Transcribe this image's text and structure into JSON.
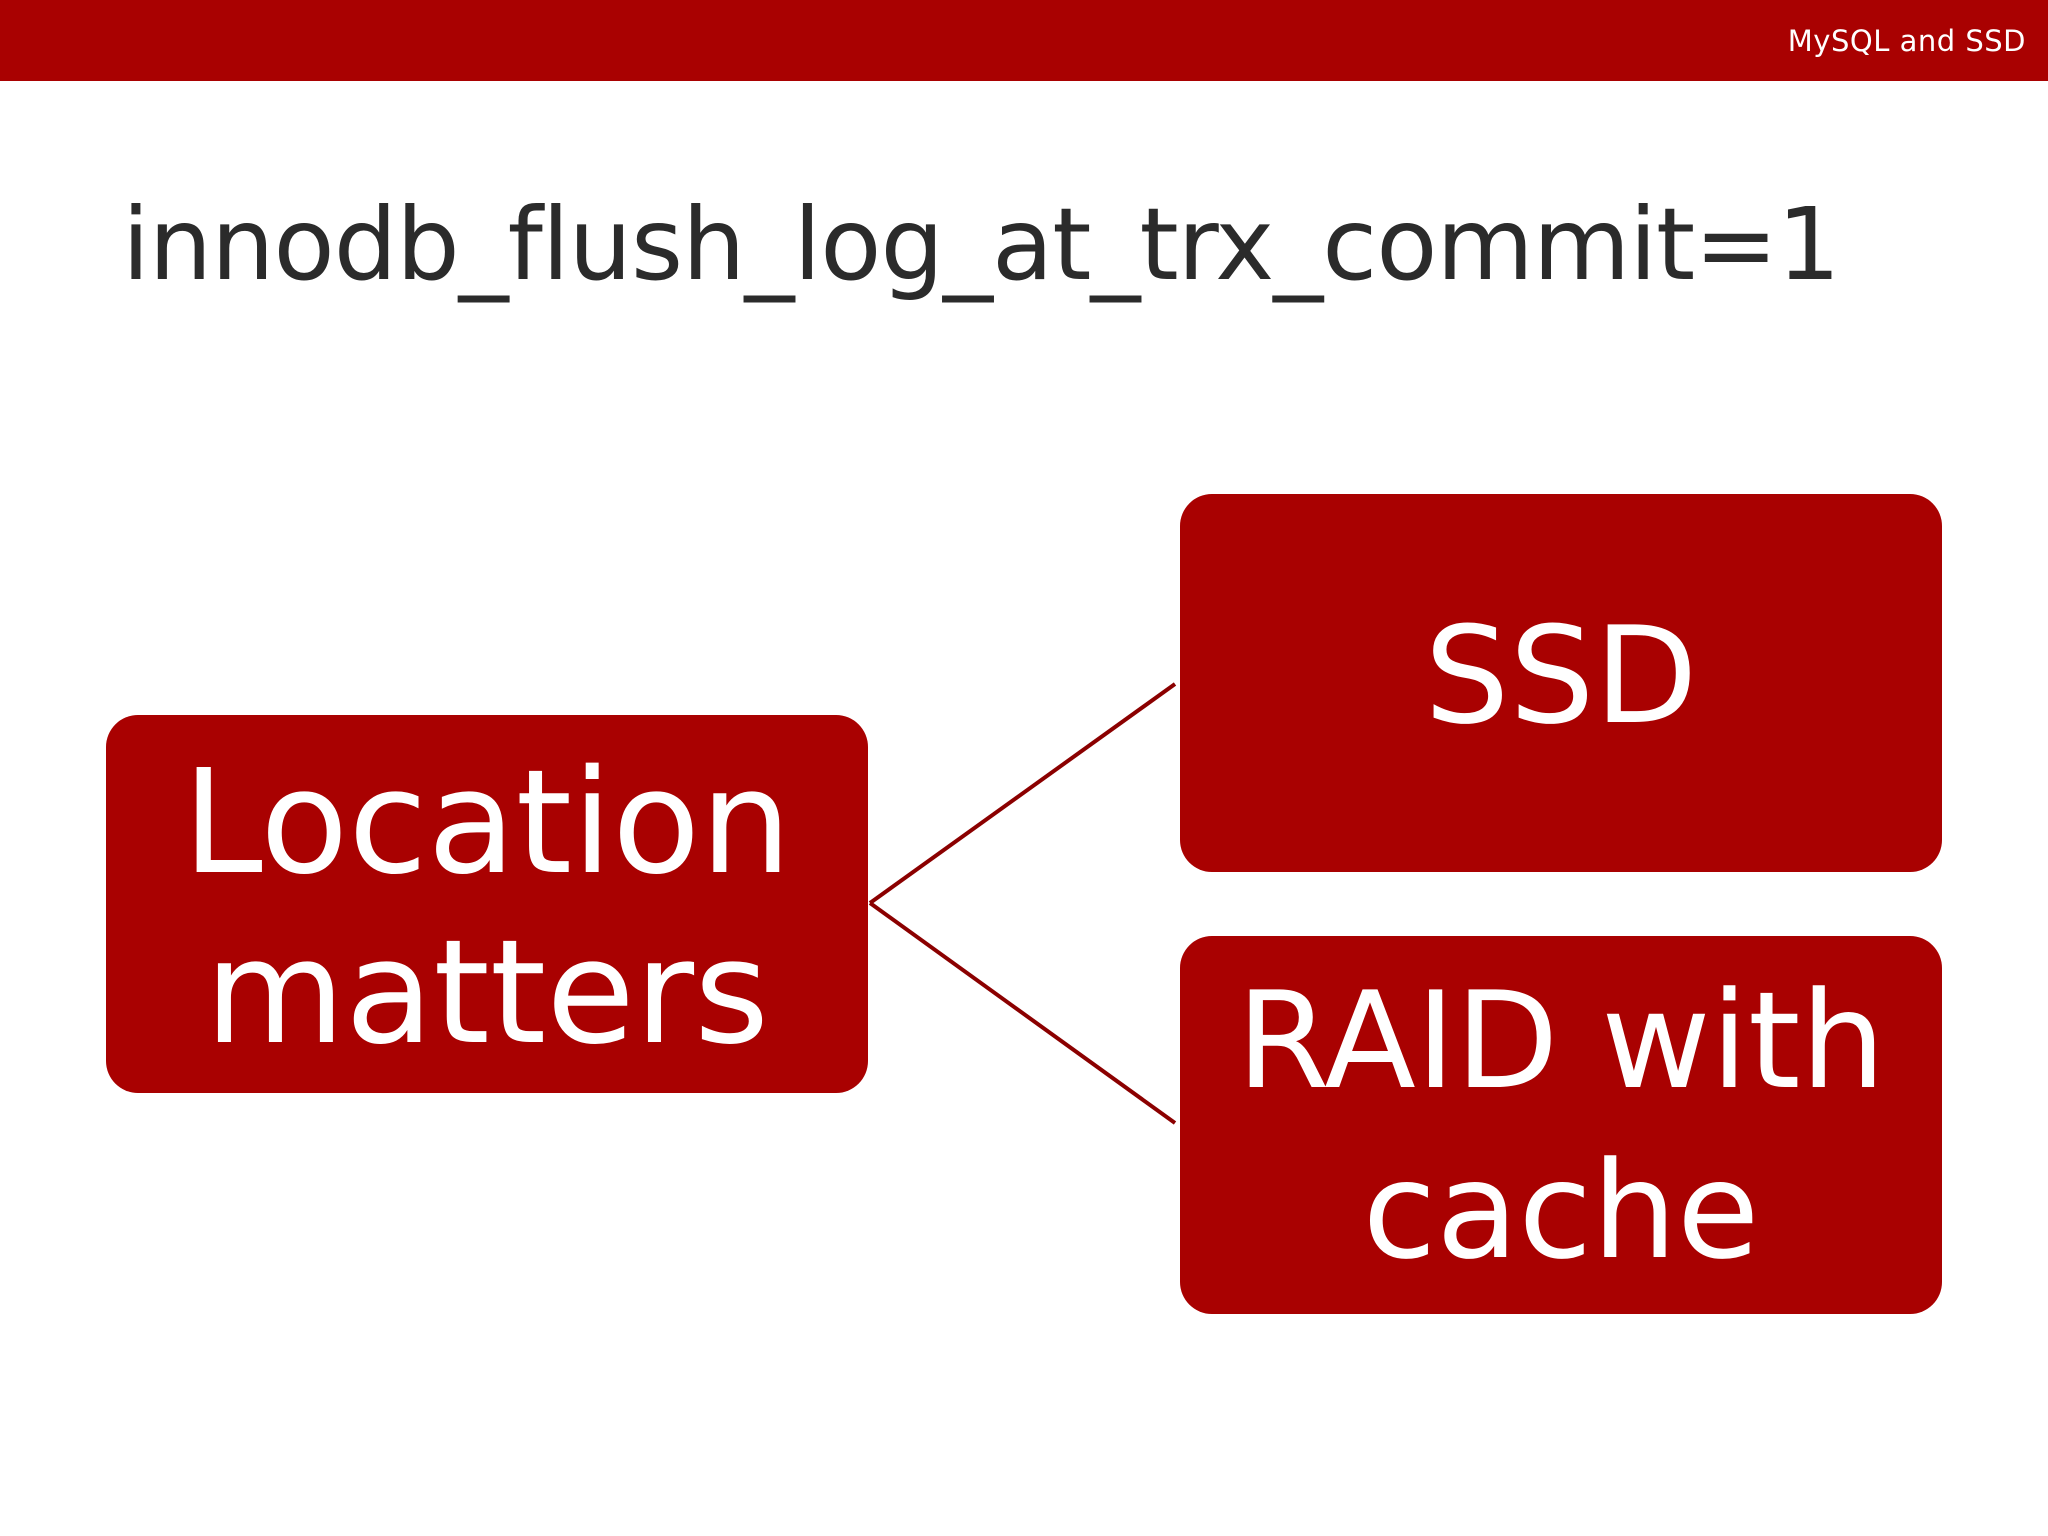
{
  "header": {
    "label": "MySQL and SSD"
  },
  "title": "innodb_flush_log_at_trx_commit=1",
  "diagram": {
    "root": {
      "label": "Location matters"
    },
    "children": [
      {
        "label": "SSD"
      },
      {
        "label": "RAID with cache"
      }
    ]
  },
  "colors": {
    "accent": "#a90101",
    "title_text": "#2b2b2b",
    "node_text": "#ffffff",
    "connector": "#8b0000"
  }
}
